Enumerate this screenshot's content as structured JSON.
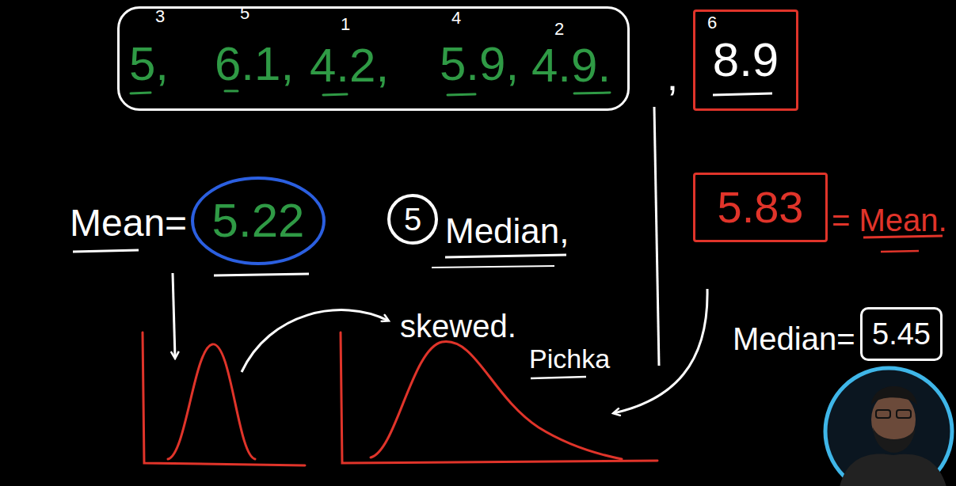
{
  "diagram": {
    "nodes": [
      {
        "text": [
          "5,",
          "6.1,",
          "4.2,",
          "5.9,",
          "4.9."
        ]
      },
      {
        "text": [
          "8.9"
        ]
      },
      {
        "text": [
          "5.22"
        ]
      },
      {
        "text": [
          "5"
        ]
      },
      {
        "text": [
          "5.83"
        ]
      },
      {
        "text": [
          "5.45"
        ]
      }
    ],
    "labels": [
      "3",
      "5",
      "1",
      "4",
      "2",
      "6",
      ",",
      "Mean=",
      "Median,",
      "= Mean.",
      "skewed.",
      "Pichka",
      "Median="
    ]
  }
}
